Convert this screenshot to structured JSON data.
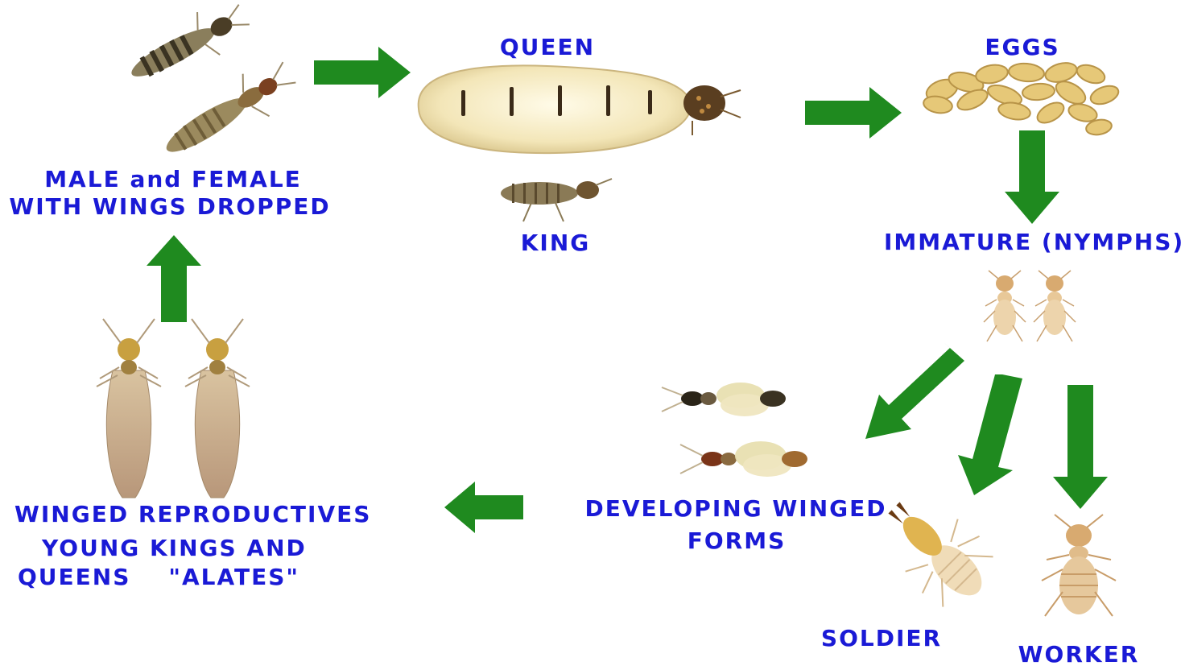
{
  "labels": {
    "male_female_line1": "MALE and FEMALE",
    "male_female_line2": "WITH WINGS DROPPED",
    "queen": "QUEEN",
    "king": "KING",
    "eggs": "EGGS",
    "immature": "IMMATURE (NYMPHS)",
    "developing_line1": "DEVELOPING WINGED",
    "developing_line2": "FORMS",
    "soldier": "SOLDIER",
    "worker": "WORKER",
    "alates_line1": "WINGED REPRODUCTIVES",
    "alates_line2": "YOUNG KINGS AND",
    "alates_line3": "QUEENS    \"ALATES\""
  },
  "colors": {
    "label_text": "#1a1ad6",
    "arrow": "#1f8a1f"
  },
  "icons": [
    "dealate-pair-icon",
    "queen-termite-icon",
    "king-termite-icon",
    "eggs-icon",
    "nymphs-icon",
    "developing-winged-icon",
    "soldier-termite-icon",
    "worker-termite-icon",
    "alates-icon"
  ]
}
